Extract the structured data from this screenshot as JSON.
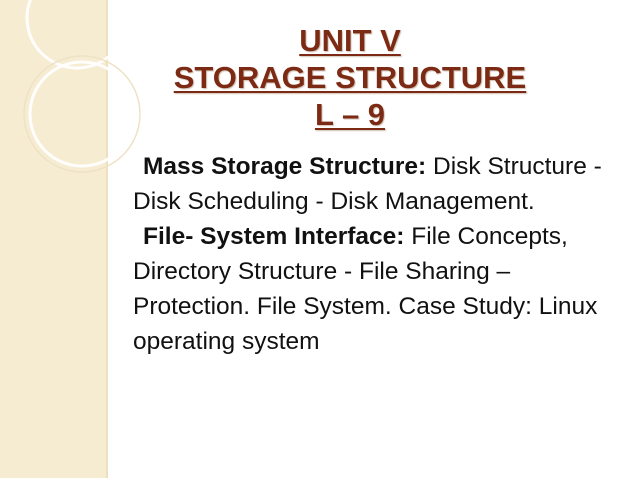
{
  "slide": {
    "title_lines": [
      "UNIT V",
      "STORAGE STRUCTURE",
      "L – 9"
    ],
    "paragraphs": [
      {
        "heading": "Mass Storage Structure:",
        "text": " Disk Structure - Disk Scheduling - Disk Management."
      },
      {
        "heading": "File- System Interface:",
        "text": " File Concepts, Directory Structure - File Sharing – Protection. File System. Case Study: Linux operating system"
      }
    ]
  },
  "colors": {
    "title": "#7c2a14",
    "side_band": "#f6ecd2",
    "decor_ring": "#ffffff",
    "body_text": "#111111"
  }
}
